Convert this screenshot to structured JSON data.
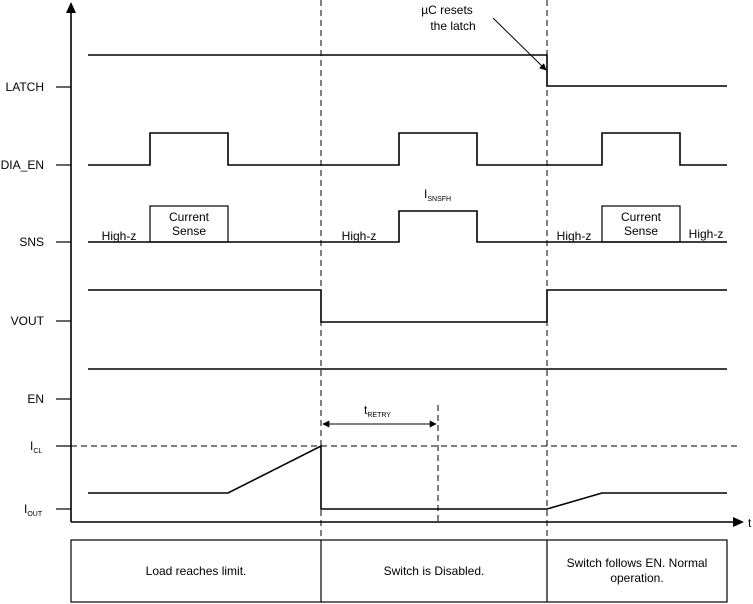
{
  "signals": {
    "latch": "LATCH",
    "dia_en": "DIA_EN",
    "sns": "SNS",
    "vout": "VOUT",
    "en": "EN",
    "icl_main": "I",
    "icl_sub": "CL",
    "iout_main": "I",
    "iout_sub": "OUT"
  },
  "axis": {
    "time_label": "t"
  },
  "annotations": {
    "uc_resets_line1": "µC resets",
    "uc_resets_line2": "the latch",
    "isnsfh_main": "I",
    "isnsfh_sub": "SNSFH",
    "tretry_main": "t",
    "tretry_sub": "RETRY",
    "high_z": "High-z",
    "current_sense_line1": "Current",
    "current_sense_line2": "Sense"
  },
  "phases": [
    {
      "line1": "Load reaches limit.",
      "line2": ""
    },
    {
      "line1": "Switch is Disabled.",
      "line2": ""
    },
    {
      "line1": "Switch follows EN.  Normal",
      "line2": "operation."
    }
  ]
}
